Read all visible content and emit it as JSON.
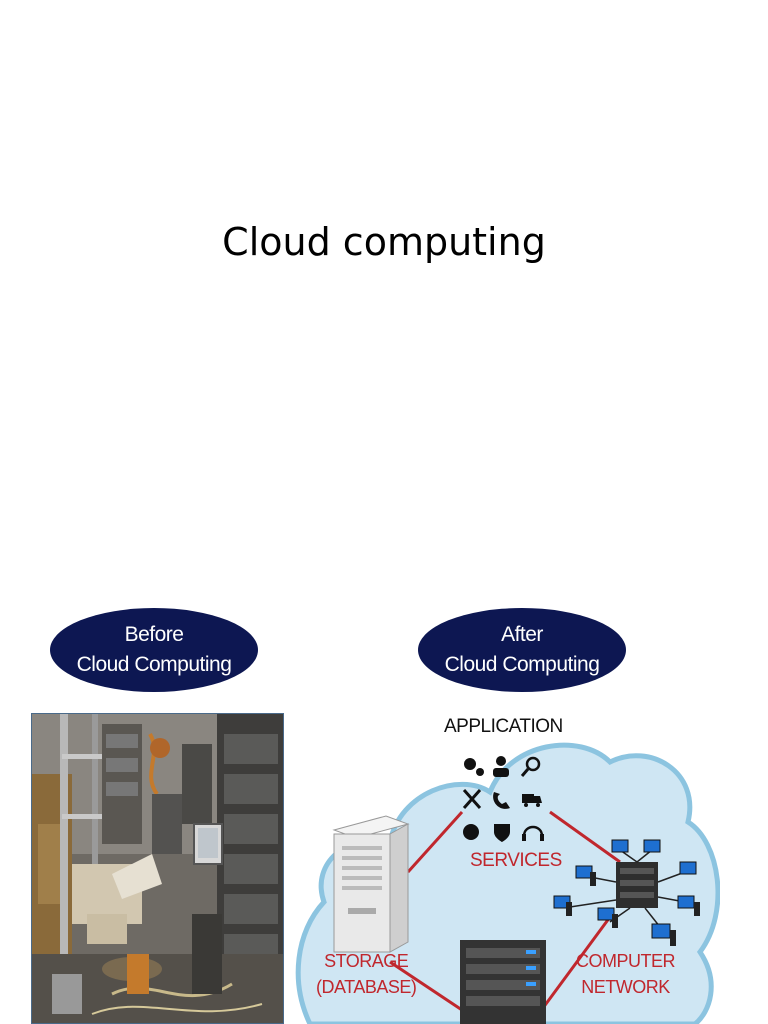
{
  "slide": {
    "title": "Cloud computing"
  },
  "before": {
    "line1": "Before",
    "line2": "Cloud Computing"
  },
  "after": {
    "line1": "After",
    "line2": "Cloud Computing"
  },
  "diagram": {
    "application_label": "APPLICATION",
    "services_label": "SERVICES",
    "storage_line1": "STORAGE",
    "storage_line2": "(DATABASE)",
    "network_line1": "COMPUTER",
    "network_line2": "NETWORK",
    "service_icons": [
      "gears-icon",
      "user-icon",
      "search-icon",
      "tools-icon",
      "phone-icon",
      "truck-icon",
      "globe-icon",
      "shield-icon",
      "headset-icon"
    ]
  },
  "colors": {
    "oval_fill": "#0d1752",
    "cloud_fill": "#cfe6f3",
    "cloud_stroke": "#8cc4e0",
    "accent_red": "#c0272d"
  }
}
